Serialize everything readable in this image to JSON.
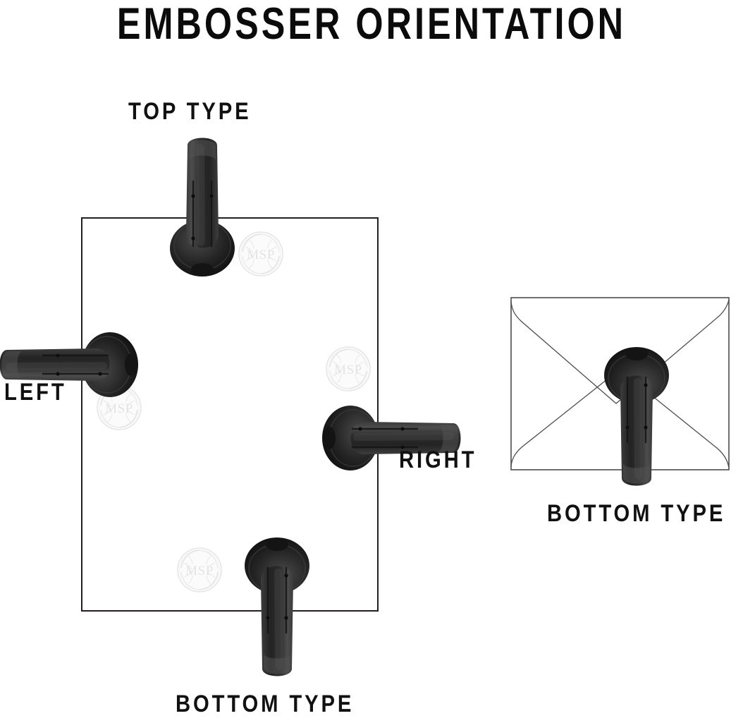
{
  "page": {
    "title": "EMBOSSER ORIENTATION",
    "background_color": "#ffffff",
    "text_color": "#111111"
  },
  "labels": {
    "top_type": "TOP TYPE",
    "left": "LEFT",
    "right": "RIGHT",
    "bottom_type_page": "BOTTOM TYPE",
    "bottom_type_envelope": "BOTTOM TYPE"
  },
  "diagram": {
    "paper": {
      "name": "paper-sheet",
      "stroke_color": "#231f20"
    },
    "envelope": {
      "name": "envelope",
      "stroke_color": "#4d4d4d"
    },
    "seal": {
      "monogram": "MSP",
      "color": "#e6e6e6",
      "description": "embossed wreath seal"
    },
    "embosser": {
      "body_color": "#2b2b2b",
      "shadow_color": "#111111",
      "highlight_color": "#5a5a5a"
    },
    "positions": [
      {
        "name": "top-type",
        "label": "TOP TYPE",
        "orientation": "handle-up"
      },
      {
        "name": "left",
        "label": "LEFT",
        "orientation": "handle-left"
      },
      {
        "name": "right",
        "label": "RIGHT",
        "orientation": "handle-right"
      },
      {
        "name": "bottom-type-page",
        "label": "BOTTOM TYPE",
        "orientation": "handle-down"
      },
      {
        "name": "bottom-type-envelope",
        "label": "BOTTOM TYPE",
        "orientation": "handle-down"
      }
    ]
  }
}
